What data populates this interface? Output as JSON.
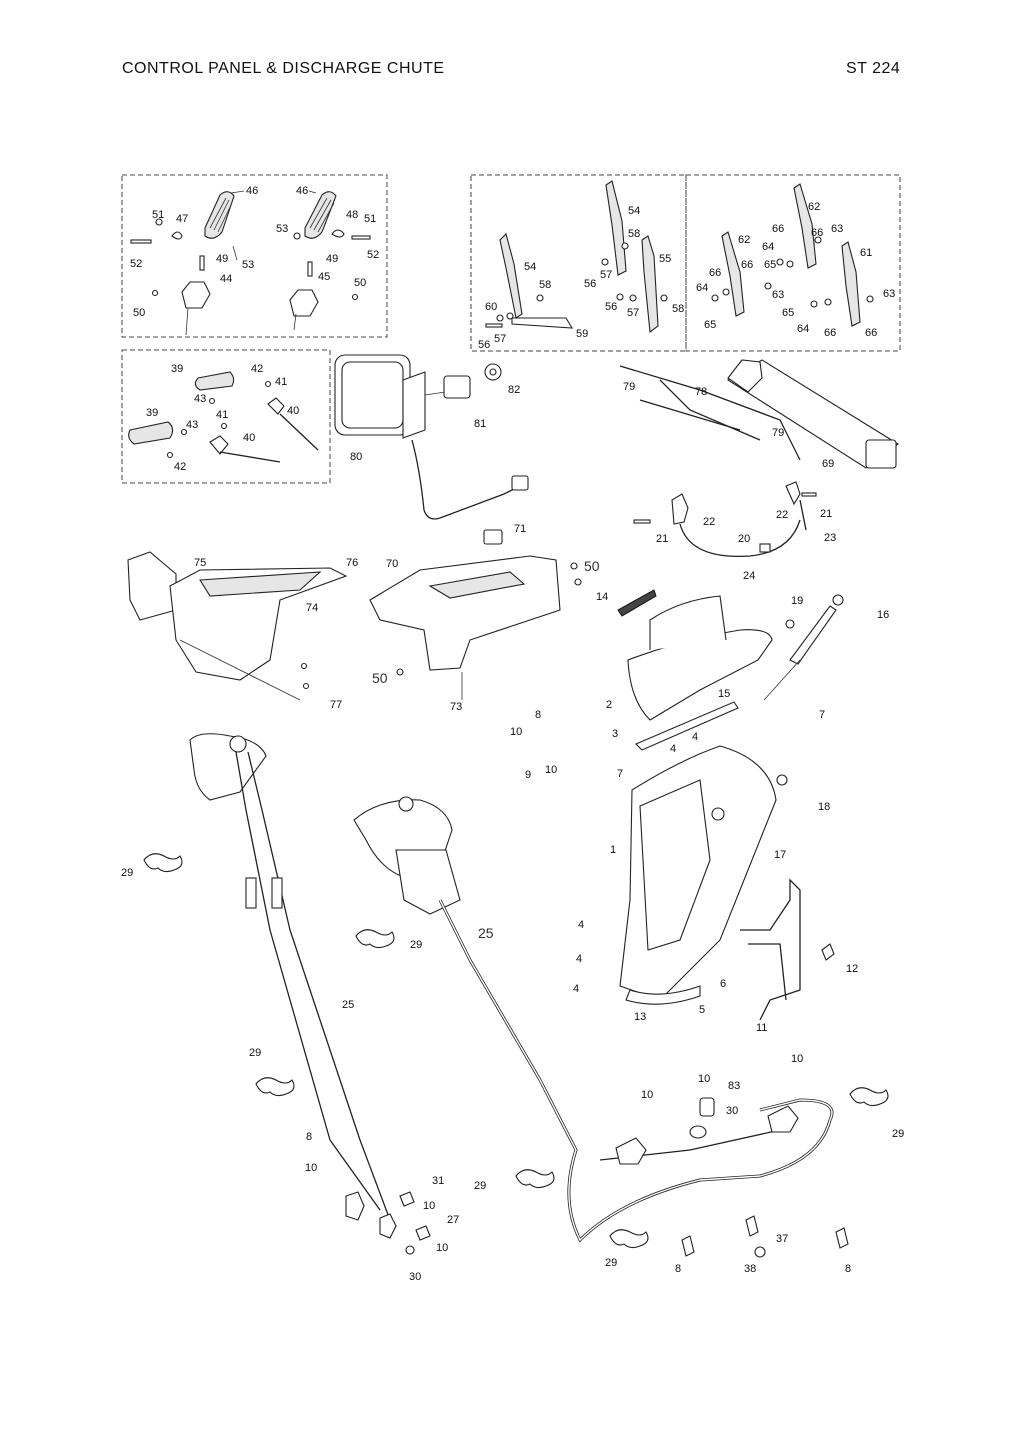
{
  "header": {
    "title": "CONTROL PANEL & DISCHARGE CHUTE",
    "model": "ST 224"
  },
  "callouts": {
    "n1": "1",
    "n2": "2",
    "n3": "3",
    "n4": "4",
    "n5": "5",
    "n6": "6",
    "n7": "7",
    "n8": "8",
    "n9": "9",
    "n10": "10",
    "n11": "11",
    "n12": "12",
    "n13": "13",
    "n14": "14",
    "n15": "15",
    "n16": "16",
    "n17": "17",
    "n18": "18",
    "n19": "19",
    "n20": "20",
    "n21": "21",
    "n22": "22",
    "n23": "23",
    "n24": "24",
    "n25": "25",
    "n27": "27",
    "n29": "29",
    "n30": "30",
    "n31": "31",
    "n37": "37",
    "n38": "38",
    "n39": "39",
    "n40": "40",
    "n41": "41",
    "n42": "42",
    "n43": "43",
    "n44": "44",
    "n45": "45",
    "n46": "46",
    "n47": "47",
    "n48": "48",
    "n49": "49",
    "n50": "50",
    "n51": "51",
    "n52": "52",
    "n53": "53",
    "n54": "54",
    "n55": "55",
    "n56": "56",
    "n57": "57",
    "n58": "58",
    "n59": "59",
    "n60": "60",
    "n61": "61",
    "n62": "62",
    "n63": "63",
    "n64": "64",
    "n65": "65",
    "n66": "66",
    "n69": "69",
    "n70": "70",
    "n71": "71",
    "n73": "73",
    "n74": "74",
    "n75": "75",
    "n76": "76",
    "n77": "77",
    "n78": "78",
    "n79": "79",
    "n80": "80",
    "n81": "81",
    "n82": "82",
    "n83": "83"
  }
}
